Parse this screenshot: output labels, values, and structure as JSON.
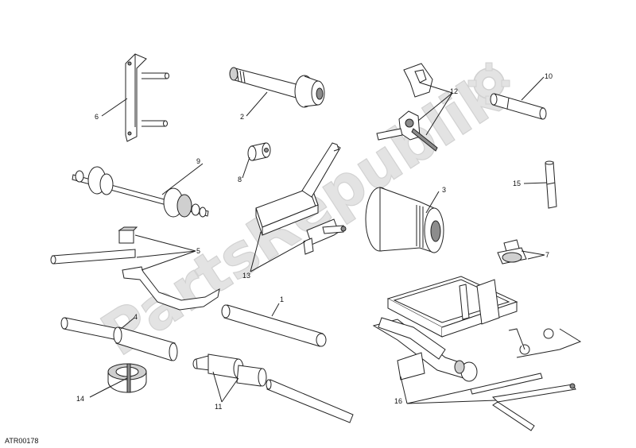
{
  "watermark": {
    "text": "PartsRepublik",
    "color": "#dcdcdc"
  },
  "diagram_code": "ATR00178",
  "callouts": {
    "c1": "1",
    "c2": "2",
    "c3": "3",
    "c4": "4",
    "c5": "5",
    "c6": "6",
    "c7": "7",
    "c8": "8",
    "c9": "9",
    "c10": "10",
    "c11": "11",
    "c12": "12",
    "c13": "13",
    "c14": "14",
    "c15": "15",
    "c16": "16"
  },
  "colors": {
    "line": "#222222",
    "shade": "#cfcfcf",
    "dark": "#8c8c8c"
  }
}
